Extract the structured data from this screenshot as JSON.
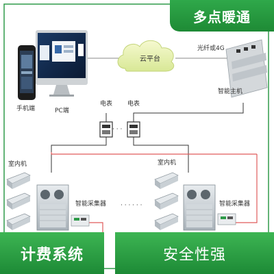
{
  "brand": {
    "title": "多点暖通"
  },
  "devices": {
    "phone": "手机端",
    "pc": "PC端",
    "cloud": "云平台",
    "link": "光纤或4G",
    "host": "智能主机",
    "meter1": "电表",
    "meter2": "电表",
    "indoor1": "室内机",
    "indoor2": "室内机",
    "collector1": "智能采集器",
    "collector2": "智能采集器",
    "dots_meter": "· · ·",
    "dots_row": "· · · · · ·"
  },
  "bottom": {
    "left": "计费系统",
    "right": "安全性强"
  },
  "colors": {
    "accent": "#24963d",
    "wire": "#e05a5a",
    "border": "#2f9a48"
  }
}
